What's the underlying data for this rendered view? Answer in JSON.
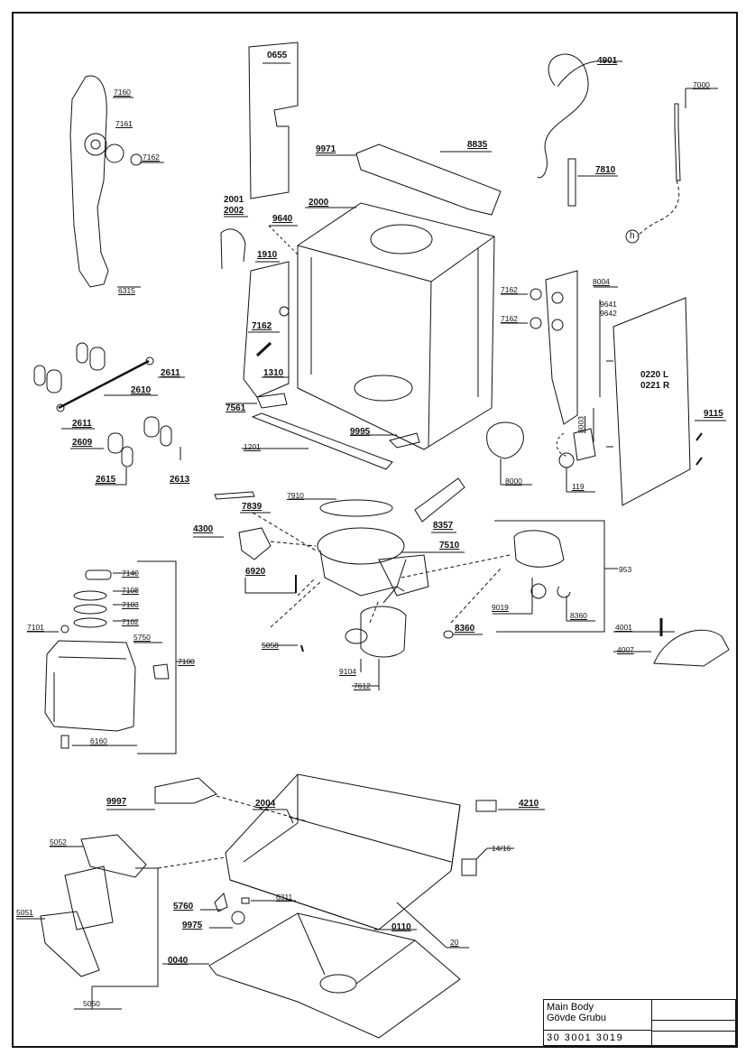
{
  "title_block": {
    "name_en": "Main Body",
    "name_tr": "Gövde Grubu",
    "code": "30 3001 3019"
  },
  "parts": {
    "p0655": "0655",
    "p4901": "4901",
    "p7000": "7000",
    "p7160": "7160",
    "p7161": "7161",
    "p7162a": "7162",
    "p9971": "9971",
    "p8835": "8835",
    "p7810": "7810",
    "p2001": "2001",
    "p2002": "2002",
    "p2000": "2000",
    "p9640": "9640",
    "h": "h",
    "p1910": "1910",
    "p8004": "8004",
    "p7162b": "7162",
    "p7162c": "7162",
    "p7162d": "7162",
    "p6315": "6315",
    "p9641": "9641",
    "p9642": "9642",
    "p0220": "0220 L",
    "p0221": "0221 R",
    "p1310": "1310",
    "p2611a": "2611",
    "p2610": "2610",
    "p7561": "7561",
    "p2611b": "2611",
    "p9995": "9995",
    "p8003": "8003",
    "p9115": "9115",
    "p2609": "2609",
    "p1201": "1201",
    "p2613": "2613",
    "p2615": "2615",
    "p8000": "8000",
    "p119": "119",
    "p7910": "7910",
    "p7839": "7839",
    "p8357": "8357",
    "p4300": "4300",
    "p7510": "7510",
    "p953": "953",
    "p7140": "7140",
    "p6920": "6920",
    "p7108": "7108",
    "p9019": "9019",
    "p7103": "7103",
    "p8360a": "8360",
    "p7101": "7101",
    "p7102": "7102",
    "p8360b": "8360",
    "p4001": "4001",
    "p5750": "5750",
    "p5058": "5058",
    "p4007": "4007",
    "p7100": "7100",
    "p9104": "9104",
    "p7612": "7612",
    "p6160": "6160",
    "p9997": "9997",
    "p2004": "2004",
    "p4210": "4210",
    "p5052": "5052",
    "p1416": "14/16",
    "p6311": "6311",
    "p5760": "5760",
    "p5051": "5051",
    "p9975": "9975",
    "p0110": "0110",
    "p20": "20",
    "p0040": "0040",
    "p5050": "5050"
  }
}
